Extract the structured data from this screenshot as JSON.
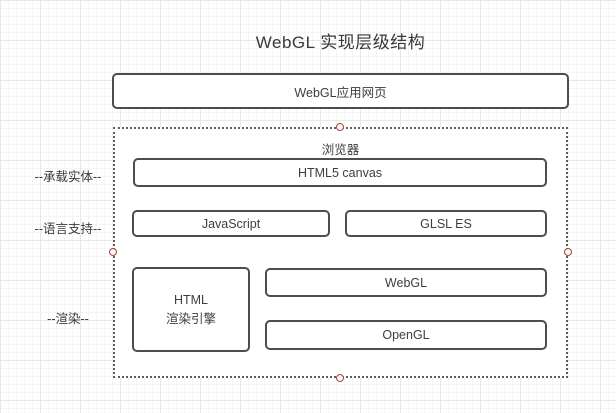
{
  "title": "WebGL 实现层级结构",
  "top_box": {
    "label": "WebGL应用网页"
  },
  "browser_group": {
    "label": "浏览器"
  },
  "layers": {
    "canvas": {
      "label": "HTML5 canvas"
    },
    "javascript": {
      "label": "JavaScript"
    },
    "glsl_es": {
      "label": "GLSL ES"
    },
    "html_engine": {
      "line1": "HTML",
      "line2": "渲染引擎"
    },
    "webgl": {
      "label": "WebGL"
    },
    "opengl": {
      "label": "OpenGL"
    }
  },
  "side_labels": [
    {
      "label": "--承载实体--"
    },
    {
      "label": "--语言支持--"
    },
    {
      "label": "--渲染--"
    }
  ],
  "colors": {
    "shape_border": "#4d4d4d",
    "shape_fill": "#ffffff",
    "text": "#3d3d3d",
    "selection_handle": "#9e4a44",
    "grid_minor": "#f4f4f4",
    "grid_major": "#e7e7e7"
  }
}
